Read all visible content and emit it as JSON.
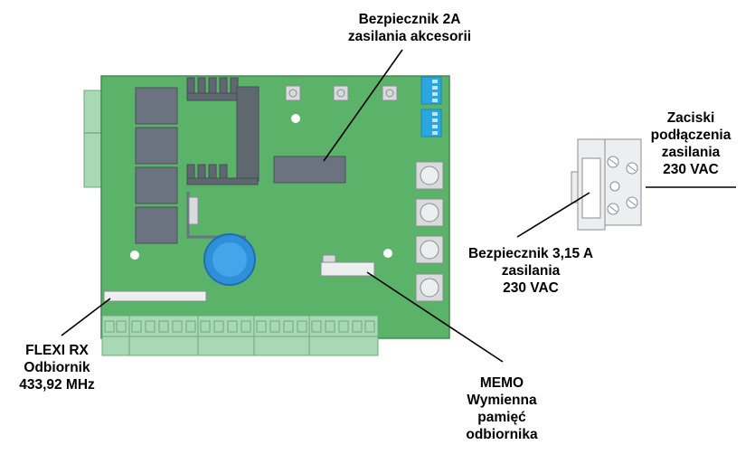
{
  "labels": {
    "fuse_accessories": [
      "Bezpiecznik 2A",
      "zasilania akcesorii"
    ],
    "power_terminals": [
      "Zaciski",
      "podłączenia",
      "zasilania",
      "230 VAC"
    ],
    "fuse_main": [
      "Bezpiecznik 3,15 A",
      "zasilania",
      "230 VAC"
    ],
    "receiver": [
      "FLEXI RX",
      "Odbiornik",
      "433,92 MHz"
    ],
    "memo": [
      "MEMO",
      "Wymienna",
      "pamięć",
      "odbiornika"
    ]
  },
  "colors": {
    "board": "#5bb36a",
    "board_edge": "#3f8f4f",
    "terminal": "#a8d8b4",
    "relay": "#6b7380",
    "heatsink": "#5f6770",
    "capacitor": "#2f8fd8",
    "dip_switch": "#2aa7e0",
    "component_light": "#d8dadc",
    "leader": "#000000"
  }
}
